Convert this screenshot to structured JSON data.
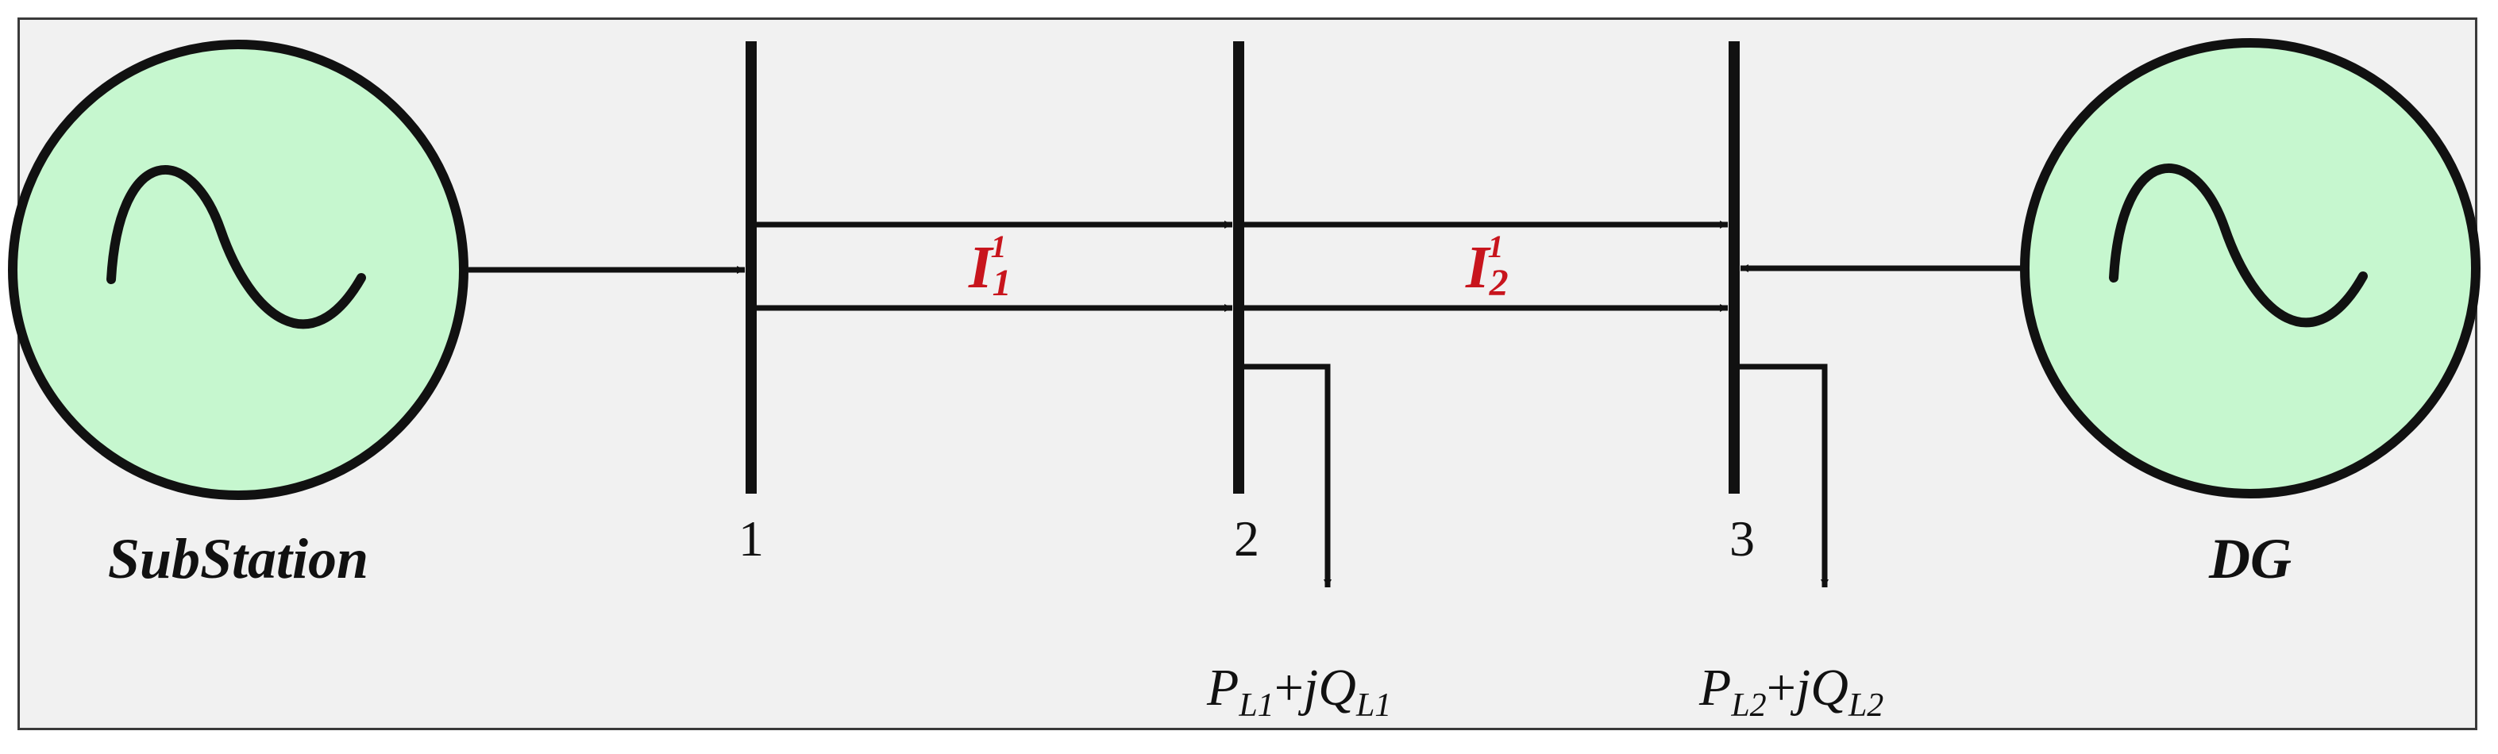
{
  "diagram": {
    "sources": [
      {
        "id": "substation",
        "label": "SubStation"
      },
      {
        "id": "dg",
        "label": "DG"
      }
    ],
    "buses": [
      {
        "id": "bus-1",
        "label": "1"
      },
      {
        "id": "bus-2",
        "label": "2"
      },
      {
        "id": "bus-3",
        "label": "3"
      }
    ],
    "currents": [
      {
        "id": "i1",
        "symbol": "I",
        "sub": "1",
        "sup": "1"
      },
      {
        "id": "i2",
        "symbol": "I",
        "sub": "2",
        "sup": "1"
      }
    ],
    "loads": [
      {
        "id": "load-1",
        "p": "P",
        "p_sub": "L1",
        "plus": "+",
        "j": "j",
        "q": "Q",
        "q_sub": "L1"
      },
      {
        "id": "load-2",
        "p": "P",
        "p_sub": "L2",
        "plus": "+",
        "j": "j",
        "q": "Q",
        "q_sub": "L2"
      }
    ],
    "colors": {
      "source_fill": "#c6f7cf",
      "current_label": "#c8151d",
      "line": "#111111",
      "background": "#f1f1f1"
    }
  }
}
